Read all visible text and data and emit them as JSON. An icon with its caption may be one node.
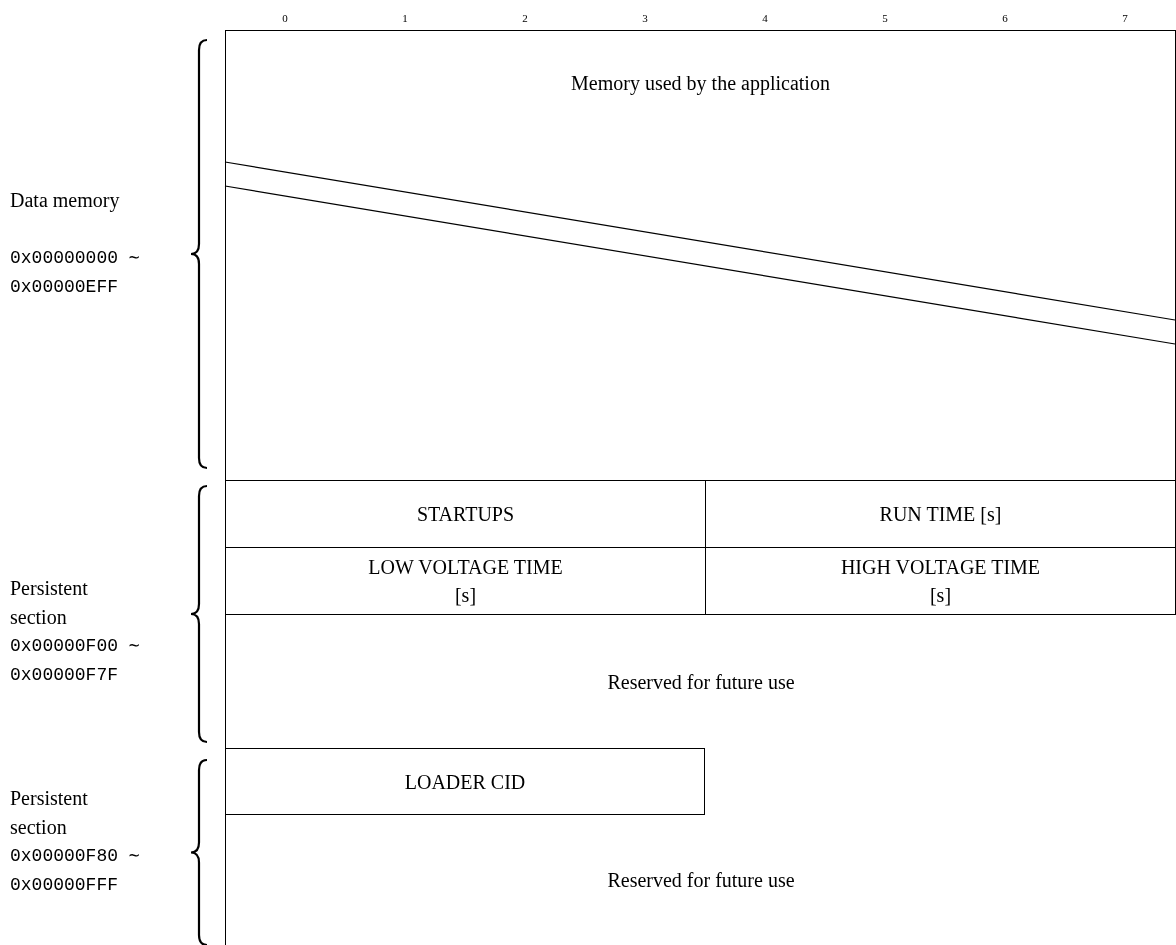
{
  "diagram": {
    "nodes": [
      {
        "text": [
          "Memory used by the application"
        ]
      },
      {
        "text": [
          "STARTUPS"
        ]
      },
      {
        "text": [
          "RUN TIME [s]"
        ]
      },
      {
        "text": [
          "LOW VOLTAGE TIME [s]"
        ]
      },
      {
        "text": [
          "HIGH VOLTAGE TIME [s]"
        ]
      },
      {
        "text": [
          "Reserved for future use"
        ]
      },
      {
        "text": [
          "LOADER CID"
        ]
      },
      {
        "text": [
          "Reserved for future use"
        ]
      }
    ],
    "labels": [
      "0",
      "1",
      "2",
      "3",
      "4",
      "5",
      "6",
      "7",
      "Data memory",
      "0x00000000 ∼ 0x00000EFF",
      "Persistent section",
      "0x00000F00 ∼ 0x00000F7F",
      "Persistent section",
      "0x00000F80 ∼ 0x00000FFF"
    ]
  }
}
